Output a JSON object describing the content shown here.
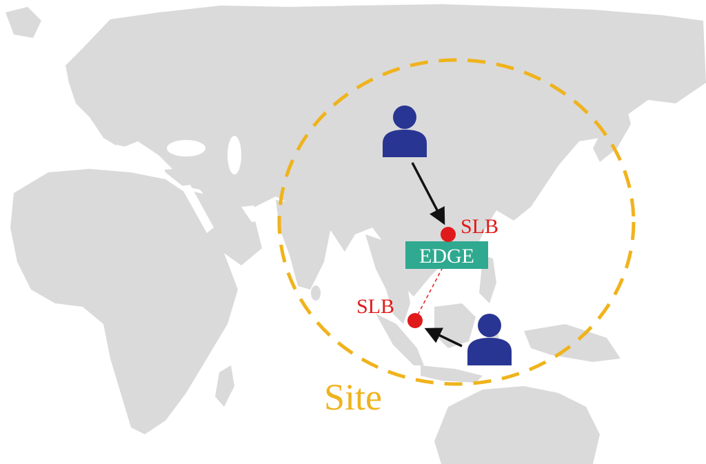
{
  "diagram": {
    "colors": {
      "land": "#dadada",
      "background": "#ffffff",
      "site_ring": "#efb31c",
      "slb": "#e01a1a",
      "edge_box": "#2fa98f",
      "edge_text": "#ffffff",
      "user": "#283593",
      "arrow": "#111111"
    },
    "site": {
      "label": "Site"
    },
    "edge": {
      "label": "EDGE"
    },
    "slbs": [
      {
        "label": "SLB"
      },
      {
        "label": "SLB"
      }
    ],
    "users": [
      {
        "icon": "user-icon"
      },
      {
        "icon": "user-icon"
      }
    ]
  }
}
